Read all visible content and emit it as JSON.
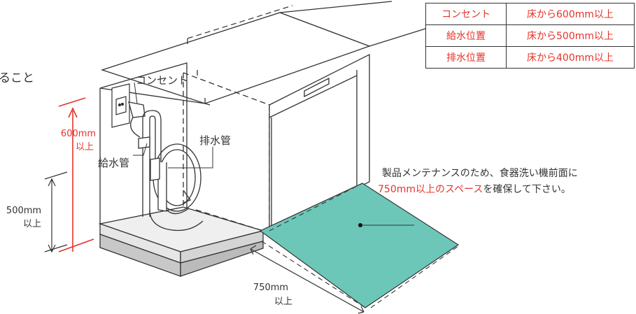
{
  "colors": {
    "accent_red": "#e5332a",
    "floor_teal": "#6cc7b8",
    "line": "#333333",
    "cabinet_fill": "#ffffff"
  },
  "page_fragment": "ること",
  "labels": {
    "outlet": "コンセント",
    "drain_pipe": "排水管",
    "water_pipe": "給水管",
    "dim_600_value": "600mm",
    "dim_600_suffix": "以上",
    "dim_500_value": "500mm",
    "dim_500_suffix": "以上",
    "dim_750_value": "750mm",
    "dim_750_suffix": "以上"
  },
  "note": {
    "line1": "製品メンテナンスのため、食器洗い機前面に",
    "line2_red": "750mm以上のスペース",
    "line2_rest": "を確保して下さい。"
  },
  "spec_table": {
    "rows": [
      {
        "item": "コンセント",
        "requirement": "床から600mm以上"
      },
      {
        "item": "給水位置",
        "requirement": "床から500mm以上"
      },
      {
        "item": "排水位置",
        "requirement": "床から400mm以上"
      }
    ]
  }
}
